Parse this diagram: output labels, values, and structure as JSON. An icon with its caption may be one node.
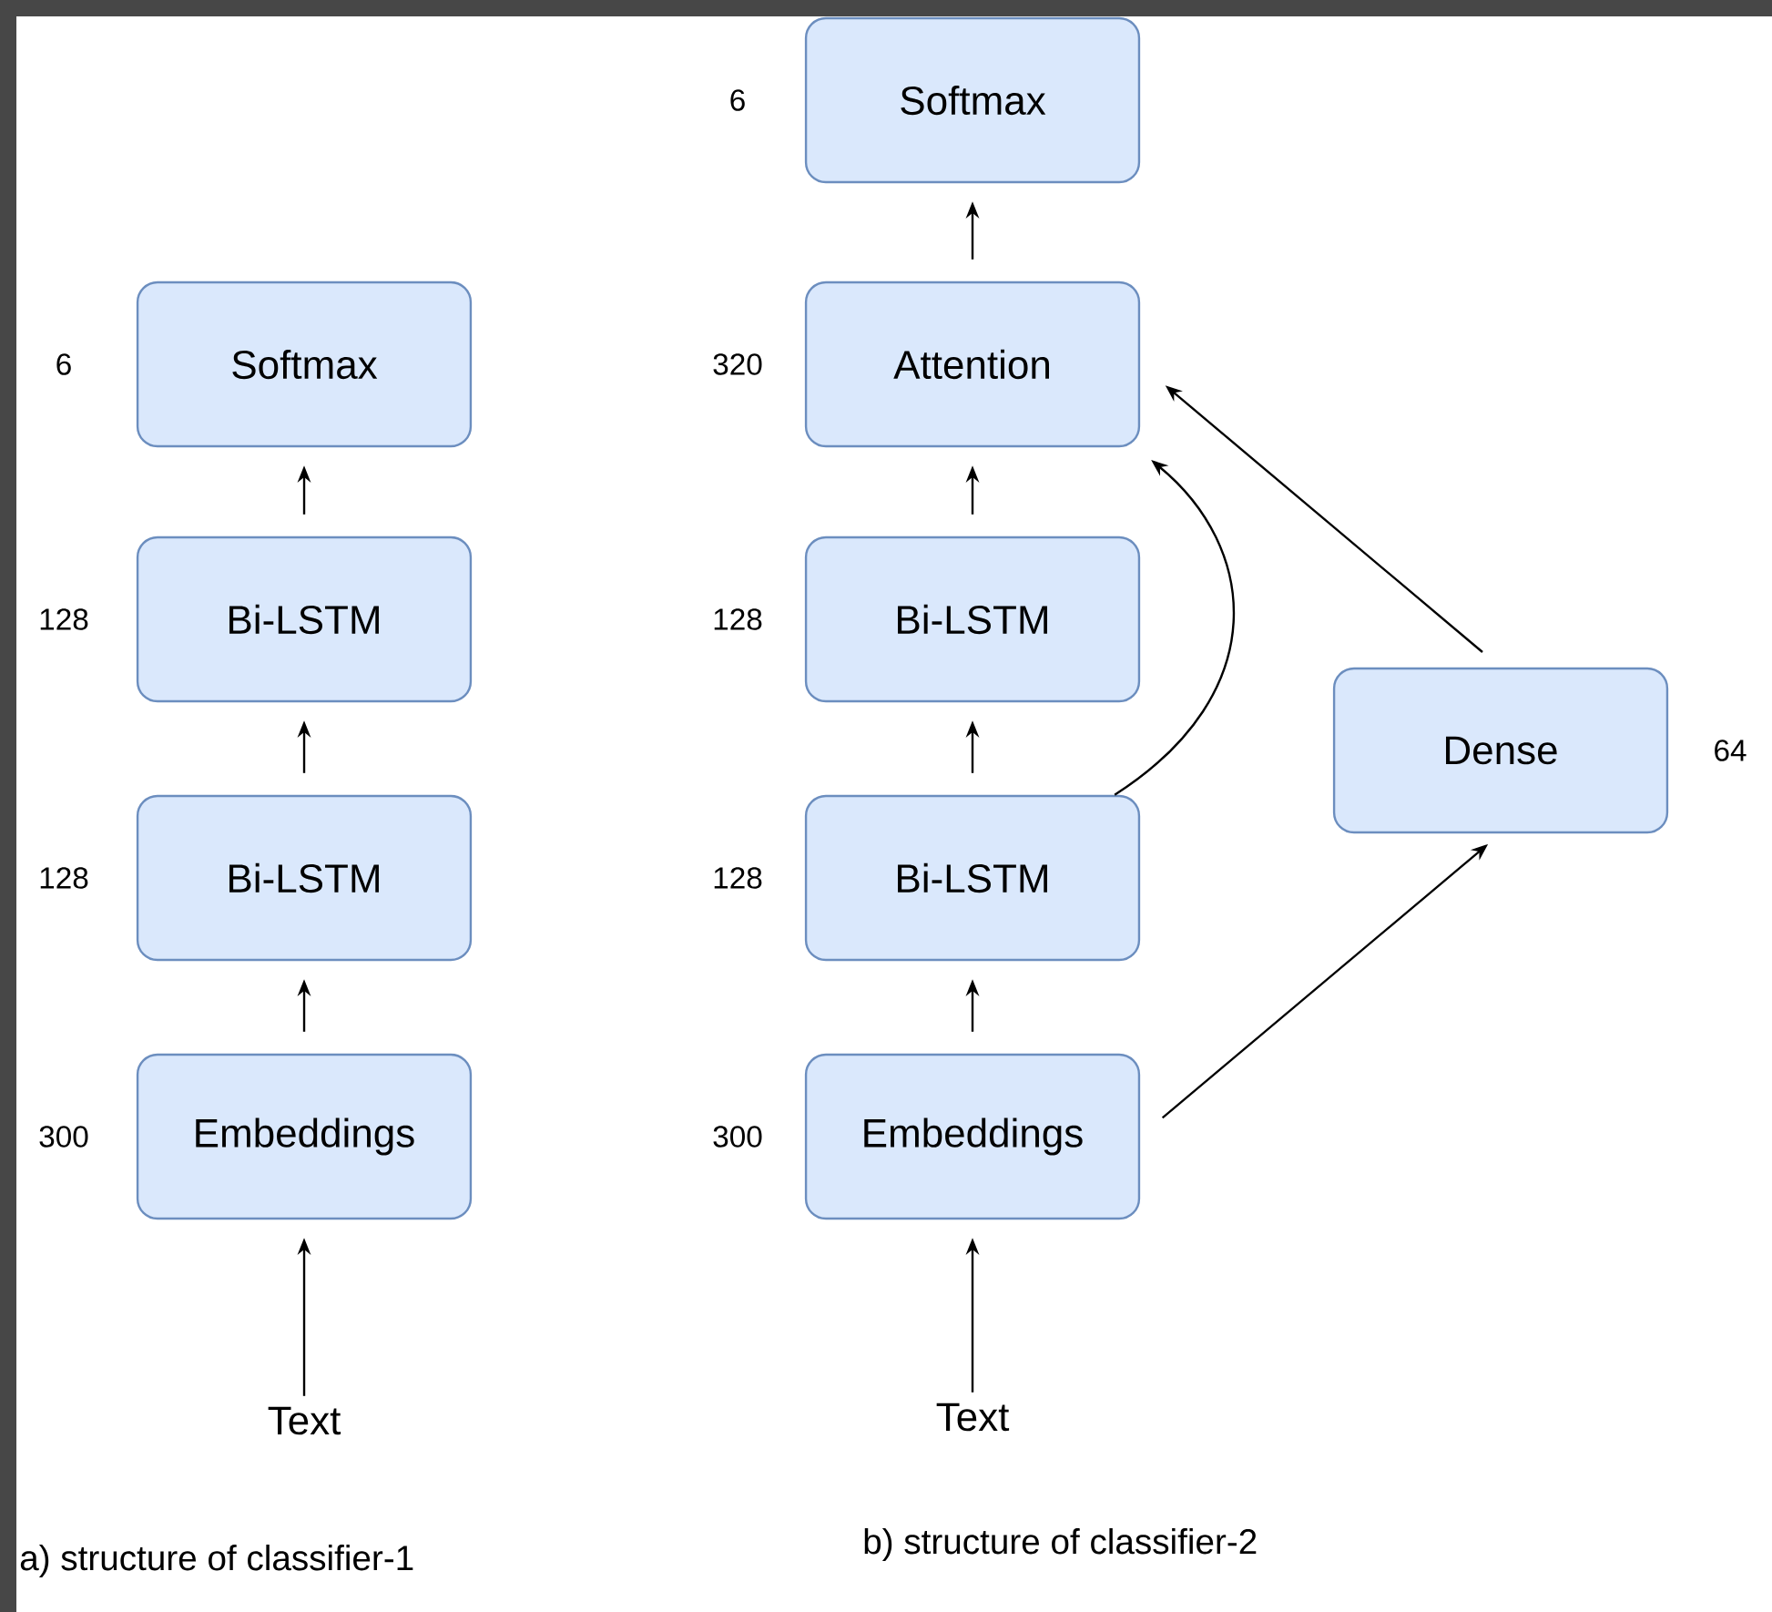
{
  "diagram": {
    "nodes": [
      {
        "text": [
          "Softmax"
        ],
        "beside": [
          "6"
        ]
      },
      {
        "text": [
          "Bi-LSTM"
        ],
        "beside": [
          "128"
        ]
      },
      {
        "text": [
          "Bi-LSTM"
        ],
        "beside": [
          "128"
        ]
      },
      {
        "text": [
          "Embeddings"
        ],
        "beside": [
          "300"
        ]
      },
      {
        "text": [
          "Text"
        ]
      },
      {
        "text": [
          "Softmax"
        ],
        "beside": [
          "6"
        ]
      },
      {
        "text": [
          "Attention"
        ],
        "beside": [
          "320"
        ]
      },
      {
        "text": [
          "Bi-LSTM"
        ],
        "beside": [
          "128"
        ]
      },
      {
        "text": [
          "Bi-LSTM"
        ],
        "beside": [
          "128"
        ]
      },
      {
        "text": [
          "Dense"
        ],
        "beside": [
          "64"
        ]
      },
      {
        "text": [
          "Embeddings"
        ],
        "beside": [
          "300"
        ]
      },
      {
        "text": [
          "Text"
        ]
      }
    ],
    "edges": [
      {
        "from": 4,
        "to": 3,
        "arrow": "to"
      },
      {
        "from": 3,
        "to": 2,
        "arrow": "to"
      },
      {
        "from": 2,
        "to": 1,
        "arrow": "to"
      },
      {
        "from": 1,
        "to": 0,
        "arrow": "to"
      },
      {
        "from": 11,
        "to": 10,
        "arrow": "to"
      },
      {
        "from": 10,
        "to": 8,
        "arrow": "to"
      },
      {
        "from": 8,
        "to": 7,
        "arrow": "to"
      },
      {
        "from": 7,
        "to": 6,
        "arrow": "to"
      },
      {
        "from": 6,
        "to": 5,
        "arrow": "to"
      },
      {
        "from": 8,
        "to": 6,
        "arrow": "to"
      },
      {
        "from": 10,
        "to": 9,
        "arrow": "to"
      },
      {
        "from": 9,
        "to": 6,
        "arrow": "to"
      }
    ],
    "labels": [
      "a) structure of classifier-1",
      "b) structure of classifier-2"
    ]
  }
}
